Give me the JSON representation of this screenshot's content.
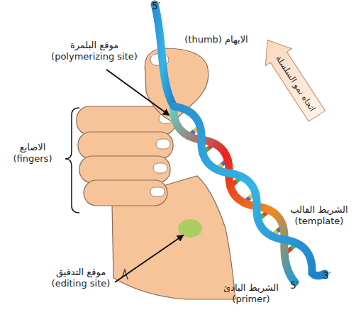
{
  "diagram": {
    "nodes": [
      {
        "text": [
          "اتجاه نمو السلسلة"
        ]
      }
    ],
    "labels": [
      "5′",
      "الابهام (thumb)",
      "موقع البلمرة (polymerizing site)",
      "الاصابع (fingers)",
      "موقع التدقيق (editing site)",
      "الشريط القالب (template)",
      "الشريط البادئ (primer)",
      "5′",
      "3′"
    ]
  }
}
